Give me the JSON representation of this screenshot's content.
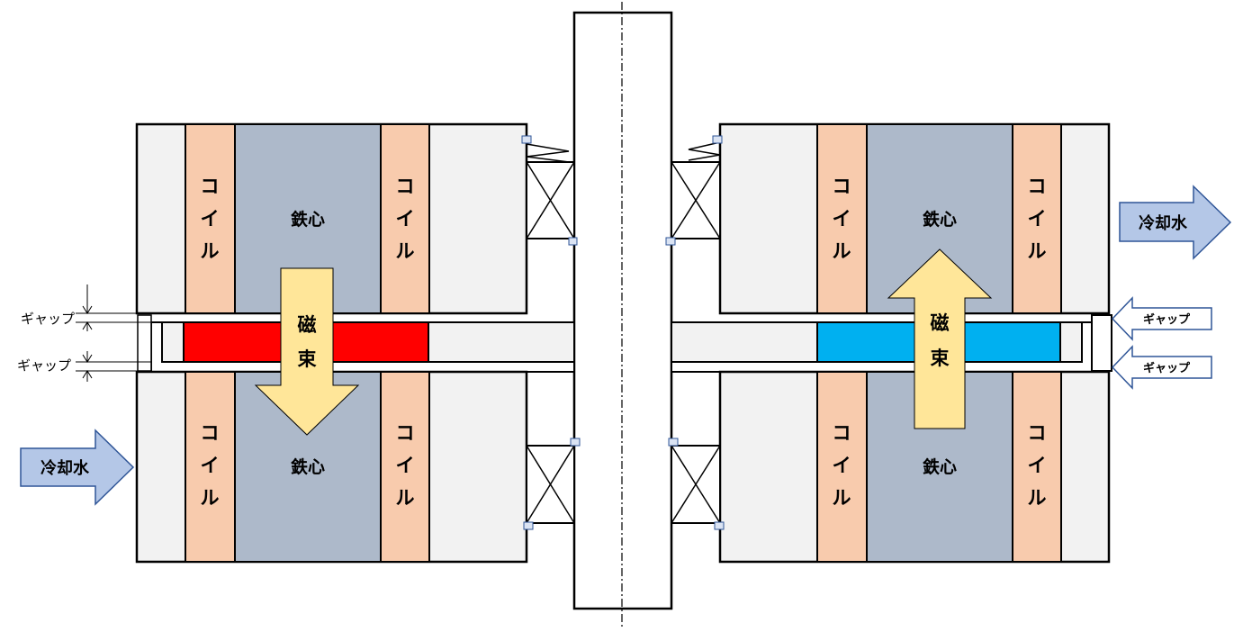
{
  "labels": {
    "coil_chars": [
      "コ",
      "イ",
      "ル"
    ],
    "core": "鉄心",
    "flux_chars": [
      "磁",
      "束"
    ],
    "coolant": "冷却水",
    "gap": "ギャップ"
  },
  "colors": {
    "coil": "#f8cbad",
    "core": "#adb9ca",
    "housing": "#f2f2f2",
    "magnet_left": "#ff0000",
    "magnet_right": "#00b0f0",
    "flux_arrow": "#ffe699",
    "coolant_arrow": "#b4c7e7",
    "outline": "#000000"
  }
}
